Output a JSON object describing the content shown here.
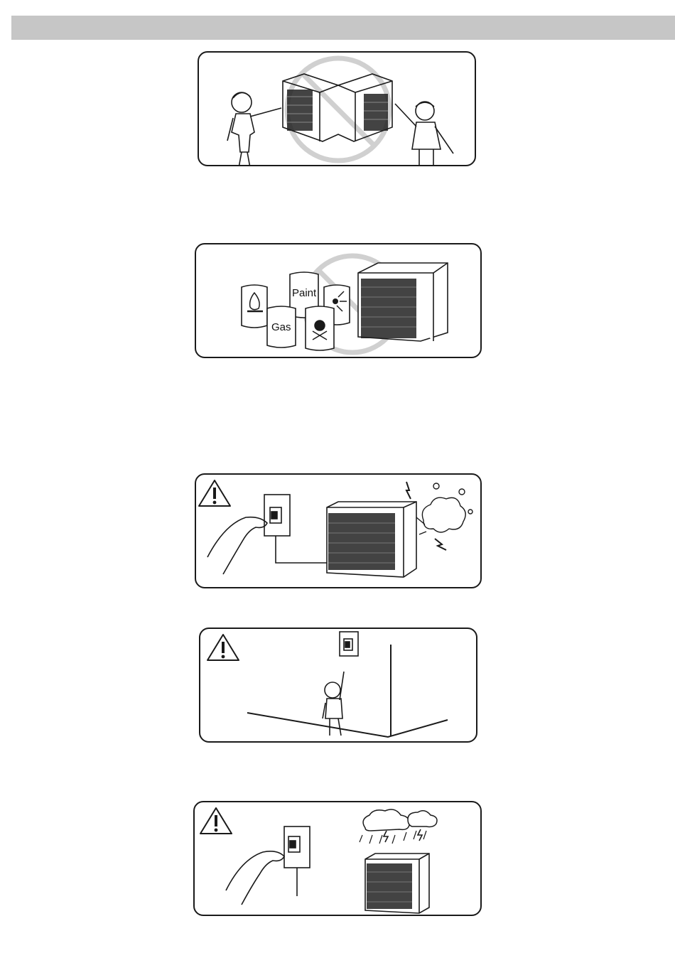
{
  "page": {
    "header_bar_color": "#c6c6c6",
    "line_color": "#1a1a1a",
    "prohibition_color": "#d0d0d0"
  },
  "panels": [
    {
      "name": "no-children-touching-unit",
      "icons": [
        "prohibition-icon",
        "child-figure",
        "heat-pump-unit"
      ]
    },
    {
      "name": "no-flammables-near-unit",
      "icons": [
        "prohibition-icon",
        "flame-icon",
        "explosive-icon",
        "skull-icon"
      ],
      "labels": {
        "paint": "Paint",
        "gas": "Gas"
      }
    },
    {
      "name": "switch-off-before-service",
      "icons": [
        "warning-icon",
        "circuit-breaker-icon",
        "lightning-icon"
      ]
    },
    {
      "name": "switch-out-of-children-reach",
      "icons": [
        "warning-icon",
        "circuit-breaker-icon",
        "child-figure"
      ]
    },
    {
      "name": "switch-off-in-storm",
      "icons": [
        "warning-icon",
        "circuit-breaker-icon",
        "storm-cloud-icon"
      ]
    }
  ]
}
